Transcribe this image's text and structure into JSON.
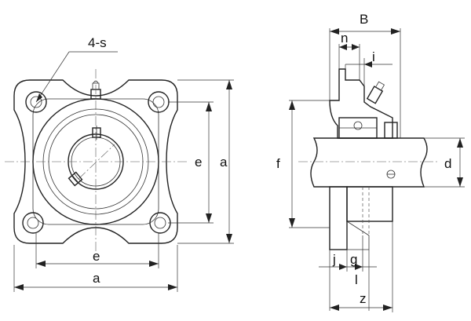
{
  "front_view": {
    "hole_callout": "4-s",
    "dim_e_vertical": "e",
    "dim_a_vertical": "a",
    "dim_e_horizontal": "e",
    "dim_a_horizontal": "a"
  },
  "side_view": {
    "dim_B": "B",
    "dim_n": "n",
    "dim_i": "i",
    "dim_f": "f",
    "dim_d": "d",
    "dim_j": "j",
    "dim_g": "g",
    "dim_l": "l",
    "dim_z": "z"
  }
}
